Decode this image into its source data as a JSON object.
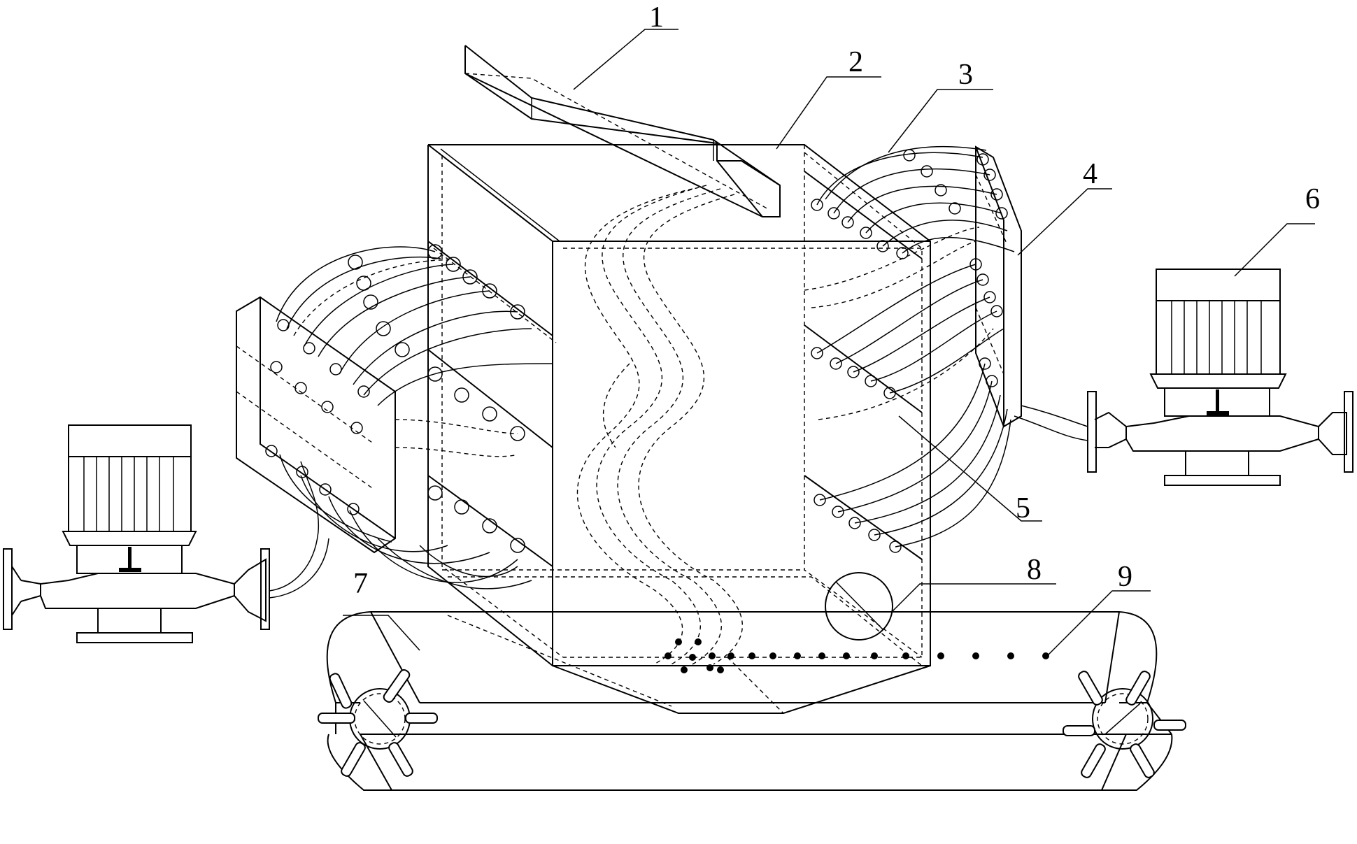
{
  "figure": {
    "labels": [
      {
        "id": "1",
        "text": "1"
      },
      {
        "id": "2",
        "text": "2"
      },
      {
        "id": "3",
        "text": "3"
      },
      {
        "id": "4",
        "text": "4"
      },
      {
        "id": "5",
        "text": "5"
      },
      {
        "id": "6",
        "text": "6"
      },
      {
        "id": "7",
        "text": "7"
      },
      {
        "id": "8",
        "text": "8"
      },
      {
        "id": "9",
        "text": "9"
      }
    ],
    "line_color": "#000000",
    "background": "#ffffff"
  }
}
